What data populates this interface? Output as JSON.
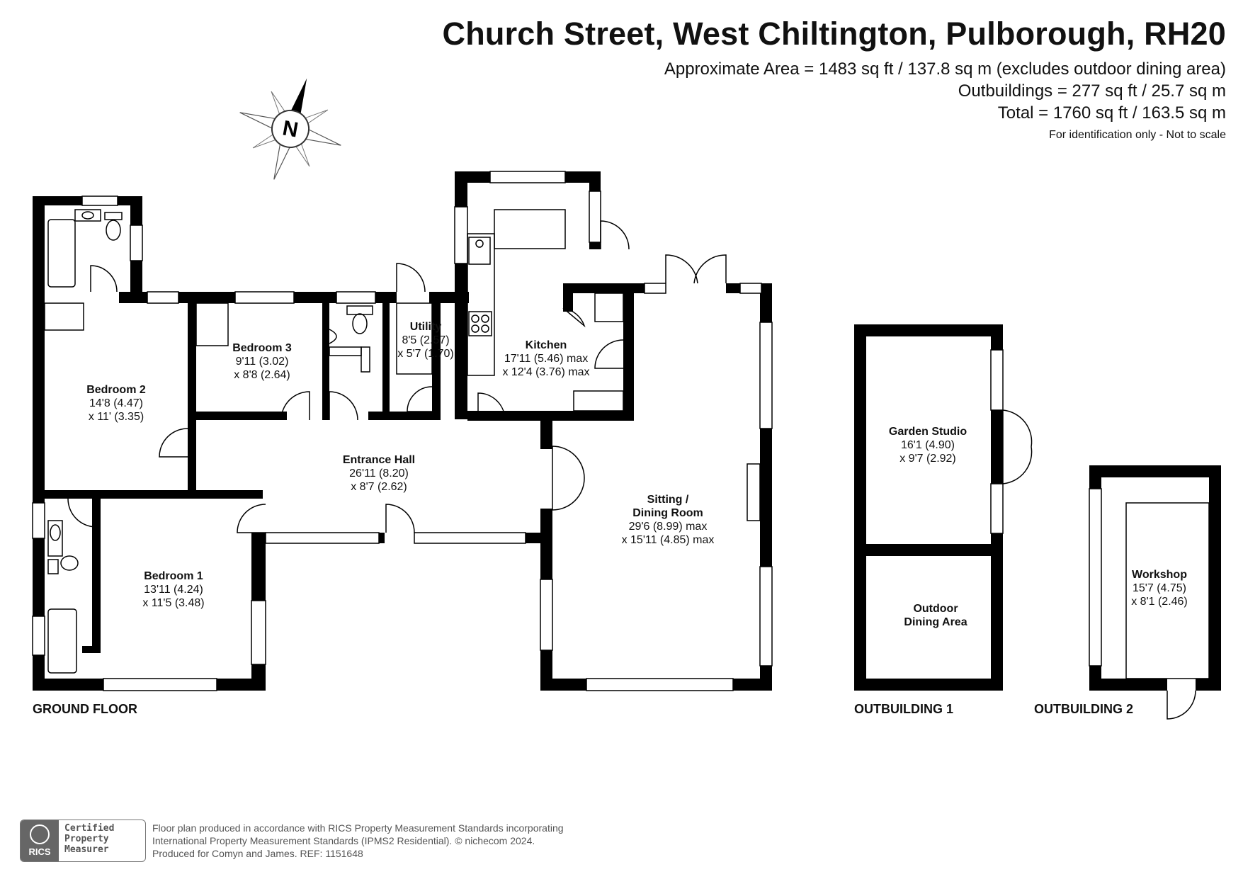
{
  "header": {
    "title": "Church Street, West Chiltington, Pulborough, RH20",
    "area_lines": [
      "Approximate Area = 1483 sq ft / 137.8 sq m (excludes outdoor dining area)",
      "Outbuildings = 277 sq ft / 25.7 sq m",
      "Total = 1760 sq ft / 163.5 sq m"
    ],
    "note": "For identification only - Not to scale"
  },
  "compass": {
    "label": "N",
    "icon": "north-compass-icon"
  },
  "rooms": {
    "bedroom2": {
      "name": "Bedroom 2",
      "dim1": "14'8 (4.47)",
      "dim2": "x 11' (3.35)"
    },
    "bedroom3": {
      "name": "Bedroom 3",
      "dim1": "9'11 (3.02)",
      "dim2": "x 8'8 (2.64)"
    },
    "utility": {
      "name": "Utility",
      "dim1": "8'5 (2.57)",
      "dim2": "x 5'7 (1.70)"
    },
    "kitchen": {
      "name": "Kitchen",
      "dim1": "17'11 (5.46) max",
      "dim2": "x 12'4 (3.76) max"
    },
    "hall": {
      "name": "Entrance Hall",
      "dim1": "26'11 (8.20)",
      "dim2": "x 8'7 (2.62)"
    },
    "sitting": {
      "name1": "Sitting /",
      "name2": "Dining Room",
      "dim1": "29'6 (8.99) max",
      "dim2": "x 15'11 (4.85) max"
    },
    "bedroom1": {
      "name": "Bedroom 1",
      "dim1": "13'11 (4.24)",
      "dim2": "x 11'5 (3.48)"
    },
    "studio": {
      "name": "Garden Studio",
      "dim1": "16'1 (4.90)",
      "dim2": "x 9'7 (2.92)"
    },
    "outdoor": {
      "name1": "Outdoor",
      "name2": "Dining Area"
    },
    "workshop": {
      "name": "Workshop",
      "dim1": "15'7 (4.75)",
      "dim2": "x 8'1 (2.46)"
    }
  },
  "floors": {
    "ground": "GROUND FLOOR",
    "out1": "OUTBUILDING 1",
    "out2": "OUTBUILDING 2"
  },
  "footer": {
    "lines": [
      "Floor plan produced in accordance with RICS Property Measurement Standards incorporating",
      "International Property Measurement Standards (IPMS2 Residential).   © nichecom 2024.",
      "Produced for Comyn and James.   REF:  1151648"
    ],
    "badge_mark": "RICS",
    "badge_lines": [
      "Certified",
      "Property",
      "Measurer"
    ]
  }
}
